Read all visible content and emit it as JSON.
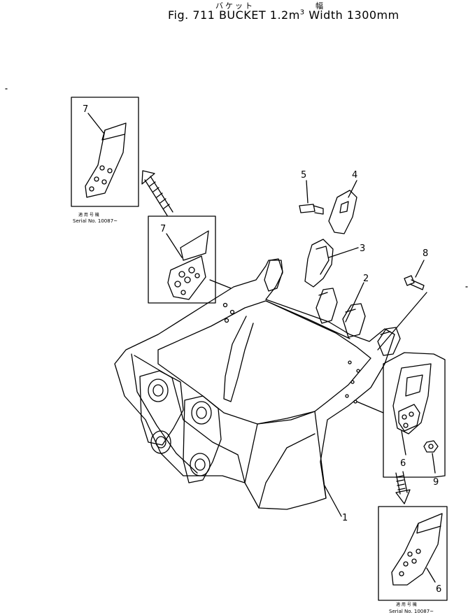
{
  "header": {
    "jp_left": "バケット",
    "jp_right": "幅",
    "title_pre": "Fig. 711  BUCKET  1.2m",
    "title_sup": "3",
    "title_post": " Width  1300mm"
  },
  "callouts": {
    "part_1": "1",
    "part_2": "2",
    "part_3": "3",
    "part_4": "4",
    "part_5": "5",
    "part_6_main": "6",
    "part_6_detail": "6",
    "part_7_main": "7",
    "part_7_detail": "7",
    "part_8": "8",
    "part_9": "9"
  },
  "serial_notes": {
    "upper_jp": "適 用 号 機",
    "upper_serial": "Serial No. 10087~",
    "lower_jp": "適 用 号 機",
    "lower_serial": "Serial No. 10087~"
  }
}
